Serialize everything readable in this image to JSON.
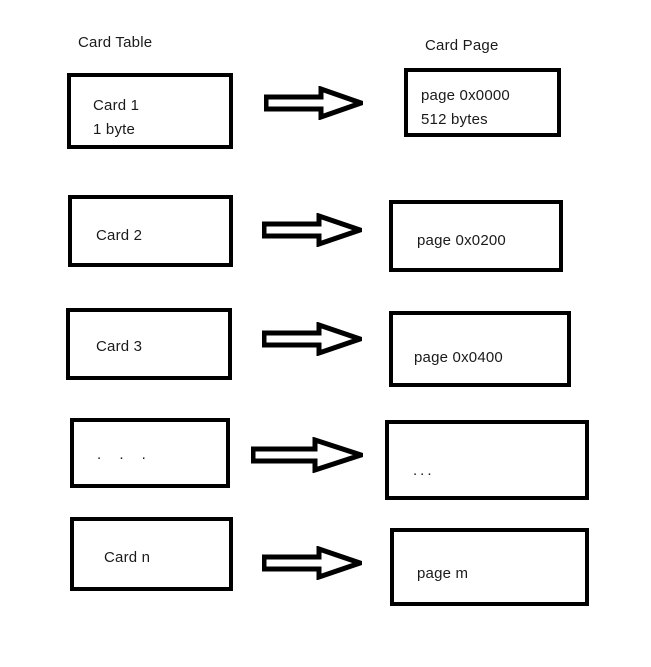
{
  "diagram": {
    "headers": {
      "left": "Card Table",
      "right": "Card Page"
    },
    "rows": [
      {
        "card_lines": [
          "Card 1",
          "1 byte"
        ],
        "page_lines": [
          "page 0x0000",
          "512 bytes"
        ],
        "arrow": "right-arrow-icon"
      },
      {
        "card_lines": [
          "Card 2"
        ],
        "page_lines": [
          "page 0x0200"
        ],
        "arrow": "right-arrow-icon"
      },
      {
        "card_lines": [
          "Card 3"
        ],
        "page_lines": [
          "page 0x0400"
        ],
        "arrow": "right-arrow-icon"
      },
      {
        "card_lines": [
          ". . ."
        ],
        "page_lines": [
          "..."
        ],
        "arrow": "right-arrow-icon"
      },
      {
        "card_lines": [
          "Card n"
        ],
        "page_lines": [
          "page m"
        ],
        "arrow": "right-arrow-icon"
      }
    ],
    "colors": {
      "stroke": "#000000",
      "text": "#1a1a1a",
      "background": "#ffffff"
    }
  }
}
